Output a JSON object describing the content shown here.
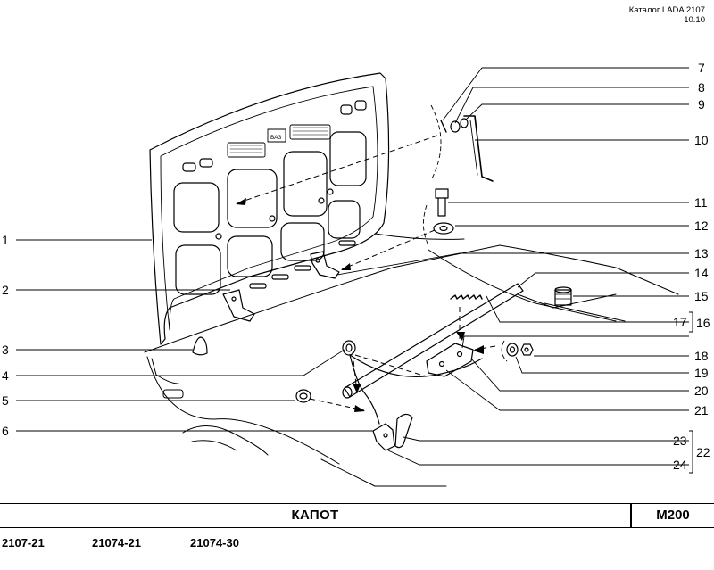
{
  "header": {
    "catalog": "Каталог LADA 2107",
    "date": "10.10"
  },
  "diagram": {
    "callouts": [
      {
        "num": "1"
      },
      {
        "num": "2"
      },
      {
        "num": "3"
      },
      {
        "num": "4"
      },
      {
        "num": "5"
      },
      {
        "num": "6"
      },
      {
        "num": "7"
      },
      {
        "num": "8"
      },
      {
        "num": "9"
      },
      {
        "num": "10"
      },
      {
        "num": "11"
      },
      {
        "num": "12"
      },
      {
        "num": "13"
      },
      {
        "num": "14"
      },
      {
        "num": "15"
      },
      {
        "num": "16"
      },
      {
        "num": "17"
      },
      {
        "num": "18"
      },
      {
        "num": "19"
      },
      {
        "num": "20"
      },
      {
        "num": "21"
      },
      {
        "num": "22"
      },
      {
        "num": "23"
      },
      {
        "num": "24"
      }
    ],
    "logo_text": "ВАЗ"
  },
  "title_bar": {
    "title": "КАПОТ",
    "code": "M200"
  },
  "models": [
    "2107-21",
    "21074-21",
    "21074-30"
  ]
}
